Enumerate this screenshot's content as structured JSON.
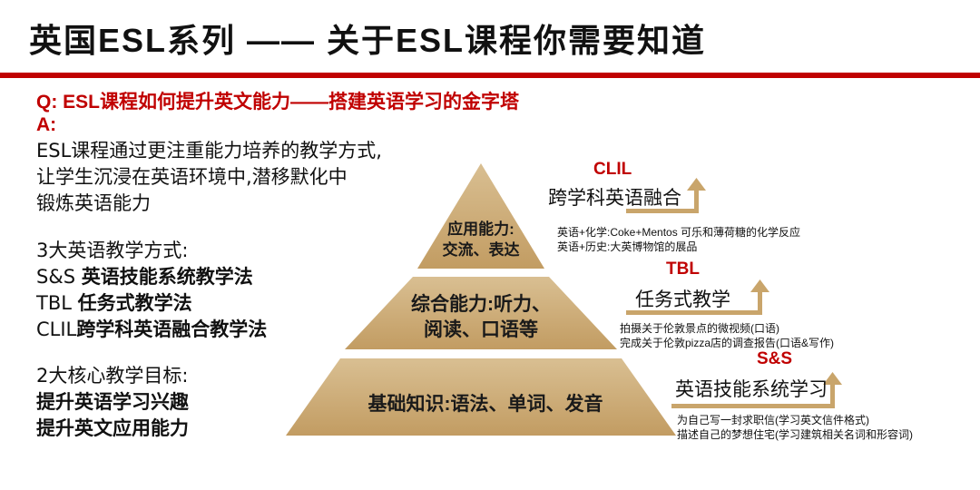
{
  "title": "英国ESL系列 —— 关于ESL课程你需要知道",
  "question": "Q:  ESL课程如何提升英文能力——搭建英语学习的金字塔",
  "answer_label": "A:",
  "intro": {
    "line1": "ESL课程通过更注重能力培养的教学方式,",
    "line2": "让学生沉浸在英语环境中,潜移默化中",
    "line3": "锻炼英语能力"
  },
  "methods": {
    "heading": "3大英语教学方式:",
    "items": [
      {
        "abbr": "S&S",
        "name": "英语技能系统教学法"
      },
      {
        "abbr": "TBL",
        "name": "任务式教学法"
      },
      {
        "abbr": "CLIL",
        "name": "跨学科英语融合教学法"
      }
    ]
  },
  "goals": {
    "heading": "2大核心教学目标:",
    "items": [
      "提升英语学习兴趣",
      "提升英文应用能力"
    ]
  },
  "pyramid": {
    "top": {
      "line1": "应用能力:",
      "line2": "交流、表达"
    },
    "middle": {
      "line1": "综合能力:听力、",
      "line2": "阅读、口语等"
    },
    "bottom": {
      "line1": "基础知识:语法、单词、发音"
    }
  },
  "side": {
    "clil": {
      "head": "CLIL",
      "title": "跨学科英语融合",
      "notes": [
        "英语+化学:Coke+Mentos 可乐和薄荷糖的化学反应",
        "英语+历史:大英博物馆的展品"
      ]
    },
    "tbl": {
      "head": "TBL",
      "title": "任务式教学",
      "notes": [
        "拍摄关于伦敦景点的微视频(口语)",
        "完成关于伦敦pizza店的调查报告(口语&写作)"
      ]
    },
    "ss": {
      "head": "S&S",
      "title": "英语技能系统学习",
      "notes": [
        "为自己写一封求职信(学习英文信件格式)",
        "描述自己的梦想住宅(学习建筑相关名词和形容词)"
      ]
    }
  },
  "colors": {
    "accent_red": "#c00000",
    "pyramid_tan": "#c9a56b",
    "pyramid_tan_light": "#d8bc8c",
    "title_bar": "#c00000"
  }
}
